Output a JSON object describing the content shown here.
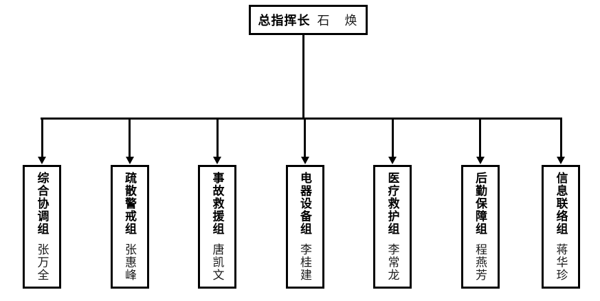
{
  "diagram": {
    "type": "org-chart",
    "root": {
      "title": "总指挥长",
      "person": "石　焕"
    },
    "groups": [
      {
        "group": "综合协调组",
        "person": "张万全"
      },
      {
        "group": "疏散警戒组",
        "person": "张惠峰"
      },
      {
        "group": "事故救援组",
        "person": "唐凯文"
      },
      {
        "group": "电器设备组",
        "person": "李桂建"
      },
      {
        "group": "医疗救护组",
        "person": "李常龙"
      },
      {
        "group": "后勤保障组",
        "person": "程燕芳"
      },
      {
        "group": "信息联络组",
        "person": "蒋华珍"
      }
    ],
    "colors": {
      "line": "#000000",
      "background": "#ffffff",
      "text": "#000000"
    }
  }
}
